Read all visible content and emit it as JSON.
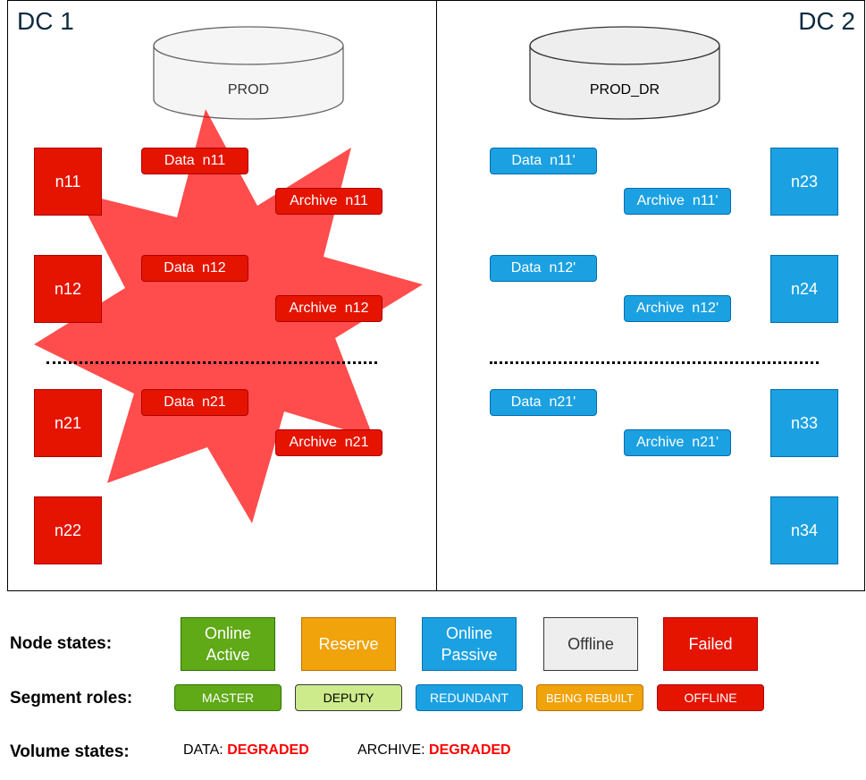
{
  "dc1": {
    "title": "DC 1",
    "volume": "PROD",
    "nodes": [
      "n11",
      "n12",
      "n21",
      "n22"
    ],
    "segments": [
      {
        "type": "Data",
        "node": "n11"
      },
      {
        "type": "Archive",
        "node": "n11"
      },
      {
        "type": "Data",
        "node": "n12"
      },
      {
        "type": "Archive",
        "node": "n12"
      },
      {
        "type": "Data",
        "node": "n21"
      },
      {
        "type": "Archive",
        "node": "n21"
      }
    ],
    "state": "failed"
  },
  "dc2": {
    "title": "DC 2",
    "volume": "PROD_DR",
    "nodes": [
      "n23",
      "n24",
      "n33",
      "n34"
    ],
    "segments": [
      {
        "type": "Data",
        "node": "n11'"
      },
      {
        "type": "Archive",
        "node": "n11'"
      },
      {
        "type": "Data",
        "node": "n12'"
      },
      {
        "type": "Archive",
        "node": "n12'"
      },
      {
        "type": "Data",
        "node": "n21'"
      },
      {
        "type": "Archive",
        "node": "n21'"
      }
    ],
    "state": "online-passive"
  },
  "legend": {
    "node_states_label": "Node states:",
    "node_states": [
      {
        "label": "Online Active",
        "color": "#60a917"
      },
      {
        "label": "Reserve",
        "color": "#f0a30a"
      },
      {
        "label": "Online Passive",
        "color": "#1ba1e2"
      },
      {
        "label": "Offline",
        "color": "#eeeeee"
      },
      {
        "label": "Failed",
        "color": "#e51400"
      }
    ],
    "segment_roles_label": "Segment roles:",
    "segment_roles": [
      {
        "label": "MASTER",
        "color": "#60a917"
      },
      {
        "label": "DEPUTY",
        "color": "#cdeb8b"
      },
      {
        "label": "REDUNDANT",
        "color": "#1ba1e2"
      },
      {
        "label": "BEING REBUILT",
        "color": "#f0a30a"
      },
      {
        "label": "OFFLINE",
        "color": "#e51400"
      }
    ],
    "volume_states_label": "Volume states:",
    "volume_states": [
      {
        "name": "DATA:",
        "state": "DEGRADED"
      },
      {
        "name": "ARCHIVE:",
        "state": "DEGRADED"
      }
    ]
  },
  "colors": {
    "failure_star": "#ff0000",
    "degraded": "#ff0000"
  }
}
